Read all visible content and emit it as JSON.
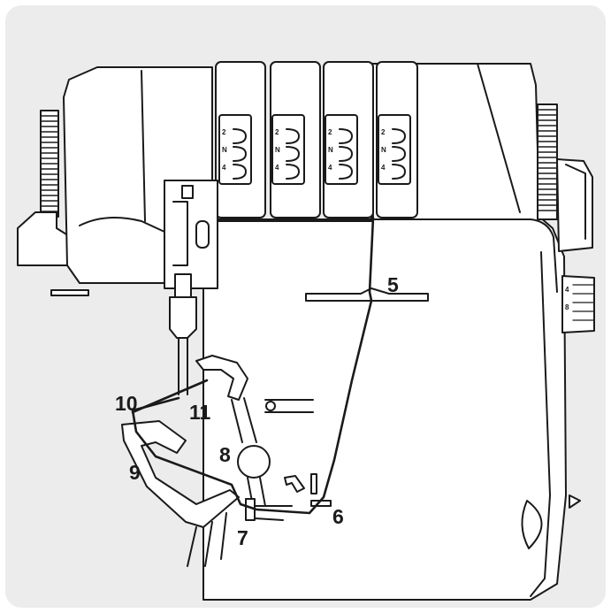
{
  "callouts": {
    "c5": "5",
    "c6": "6",
    "c7": "7",
    "c8": "8",
    "c9": "9",
    "c10": "10",
    "c11": "11"
  },
  "dial_marks": {
    "top": "2",
    "mid": "N",
    "bottom": "4"
  },
  "side_dial": {
    "top": "4",
    "bottom": "8"
  },
  "colors": {
    "background": "#ececec",
    "line": "#1a1a1a",
    "body": "#ffffff"
  }
}
